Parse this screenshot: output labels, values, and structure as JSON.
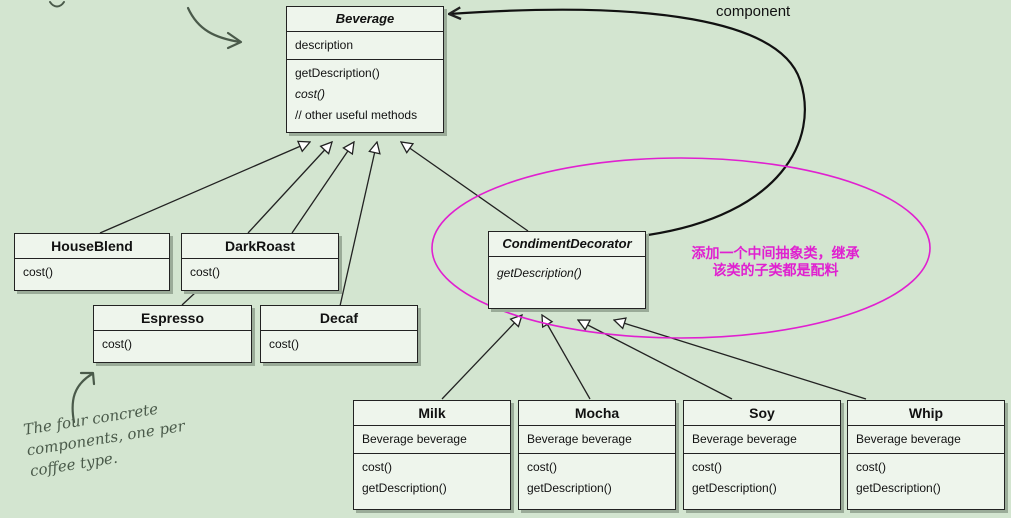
{
  "classes": {
    "beverage": {
      "name": "Beverage",
      "attribute": "description",
      "methods": [
        "getDescription()",
        "cost()",
        "// other useful methods"
      ]
    },
    "house_blend": {
      "name": "HouseBlend",
      "method": "cost()"
    },
    "dark_roast": {
      "name": "DarkRoast",
      "method": "cost()"
    },
    "espresso": {
      "name": "Espresso",
      "method": "cost()"
    },
    "decaf": {
      "name": "Decaf",
      "method": "cost()"
    },
    "condiment_decorator": {
      "name": "CondimentDecorator",
      "method": "getDescription()"
    },
    "milk": {
      "name": "Milk",
      "attribute": "Beverage beverage",
      "methods": [
        "cost()",
        "getDescription()"
      ]
    },
    "mocha": {
      "name": "Mocha",
      "attribute": "Beverage beverage",
      "methods": [
        "cost()",
        "getDescription()"
      ]
    },
    "soy": {
      "name": "Soy",
      "attribute": "Beverage beverage",
      "methods": [
        "cost()",
        "getDescription()"
      ]
    },
    "whip": {
      "name": "Whip",
      "attribute": "Beverage beverage",
      "methods": [
        "cost()",
        "getDescription()"
      ]
    }
  },
  "labels": {
    "component": "component",
    "chinese_note_line1": "添加一个中间抽象类，继承",
    "chinese_note_line2": "该类的子类都是配料",
    "handwritten_note": [
      "The four concrete",
      "components, one per",
      "coffee type."
    ]
  },
  "colors": {
    "background": "#d3e5d0",
    "box_fill": "#eef5ec",
    "highlight": "#e020d0",
    "handwriting": "#4a5a4a"
  }
}
